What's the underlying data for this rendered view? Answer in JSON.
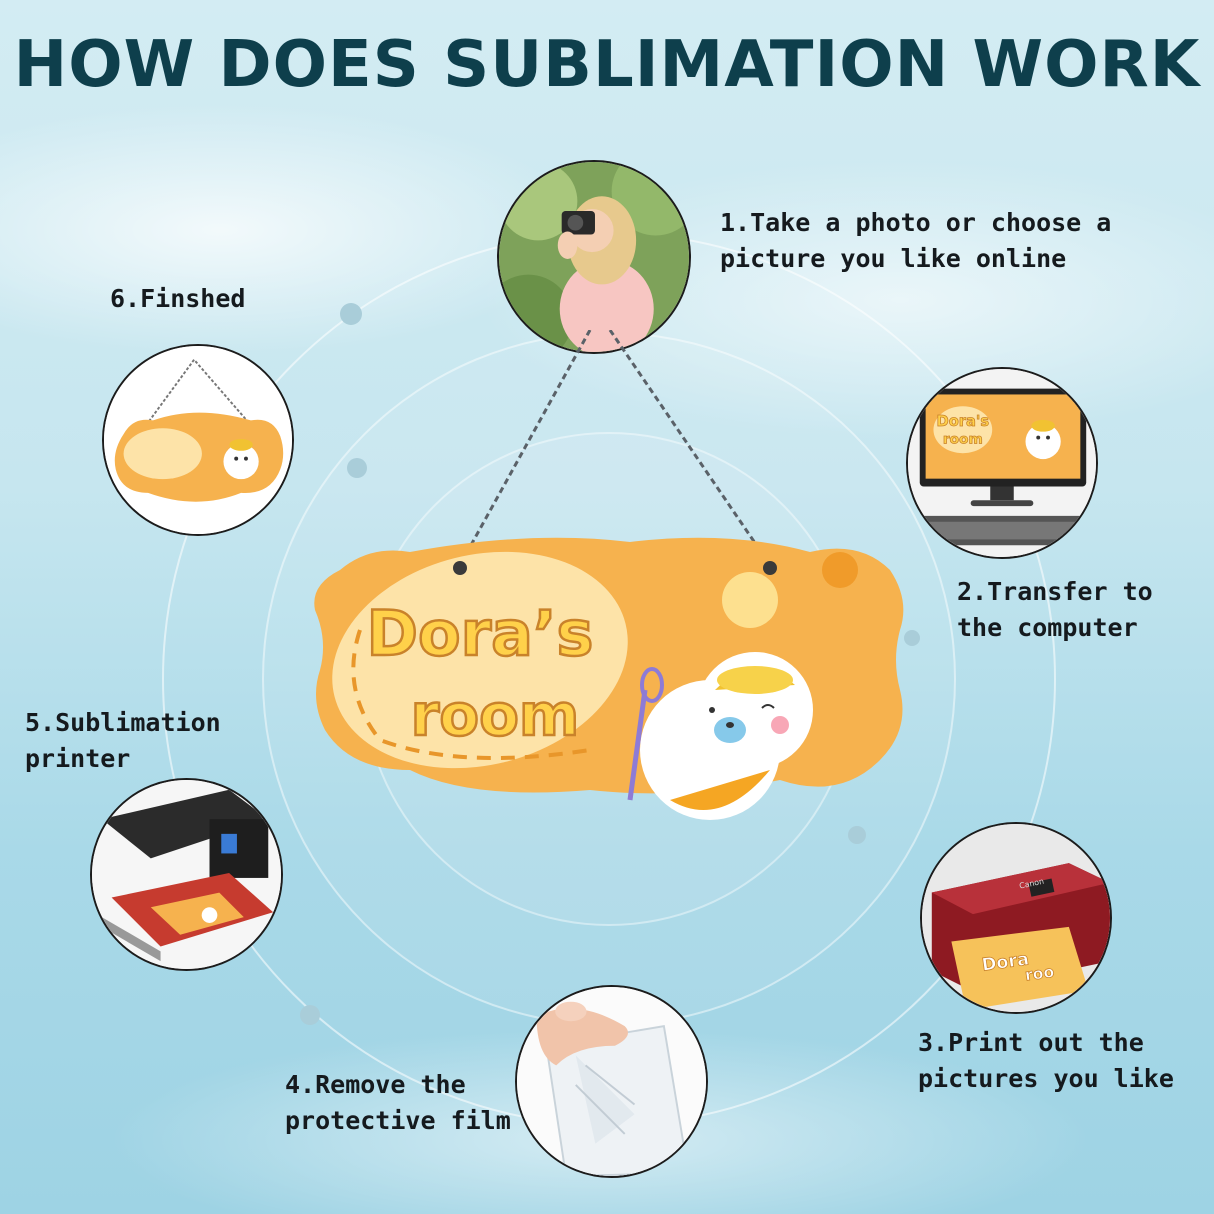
{
  "title": "HOW DOES SUBLIMATION WORK",
  "steps": {
    "step1": "1.Take a photo or choose a\npicture you like online",
    "step2": "2.Transfer to\nthe computer",
    "step3": "3.Print out the\npictures you like",
    "step4": "4.Remove the\nprotective film",
    "step5": "5.Sublimation\nprinter",
    "step6": "6.Finshed"
  },
  "sign": {
    "line1": "Dora’s",
    "line2": "room"
  },
  "monitor_sign": {
    "line1": "Dora's",
    "line2": "room"
  },
  "print_sign": {
    "line1": "Dora",
    "line2": "roo"
  },
  "printer_brand": "Canon",
  "colors": {
    "title": "#0e3f4c",
    "sign_orange": "#f6b24e",
    "sign_light": "#fde3a8",
    "text_yellow": "#ffd14a"
  }
}
